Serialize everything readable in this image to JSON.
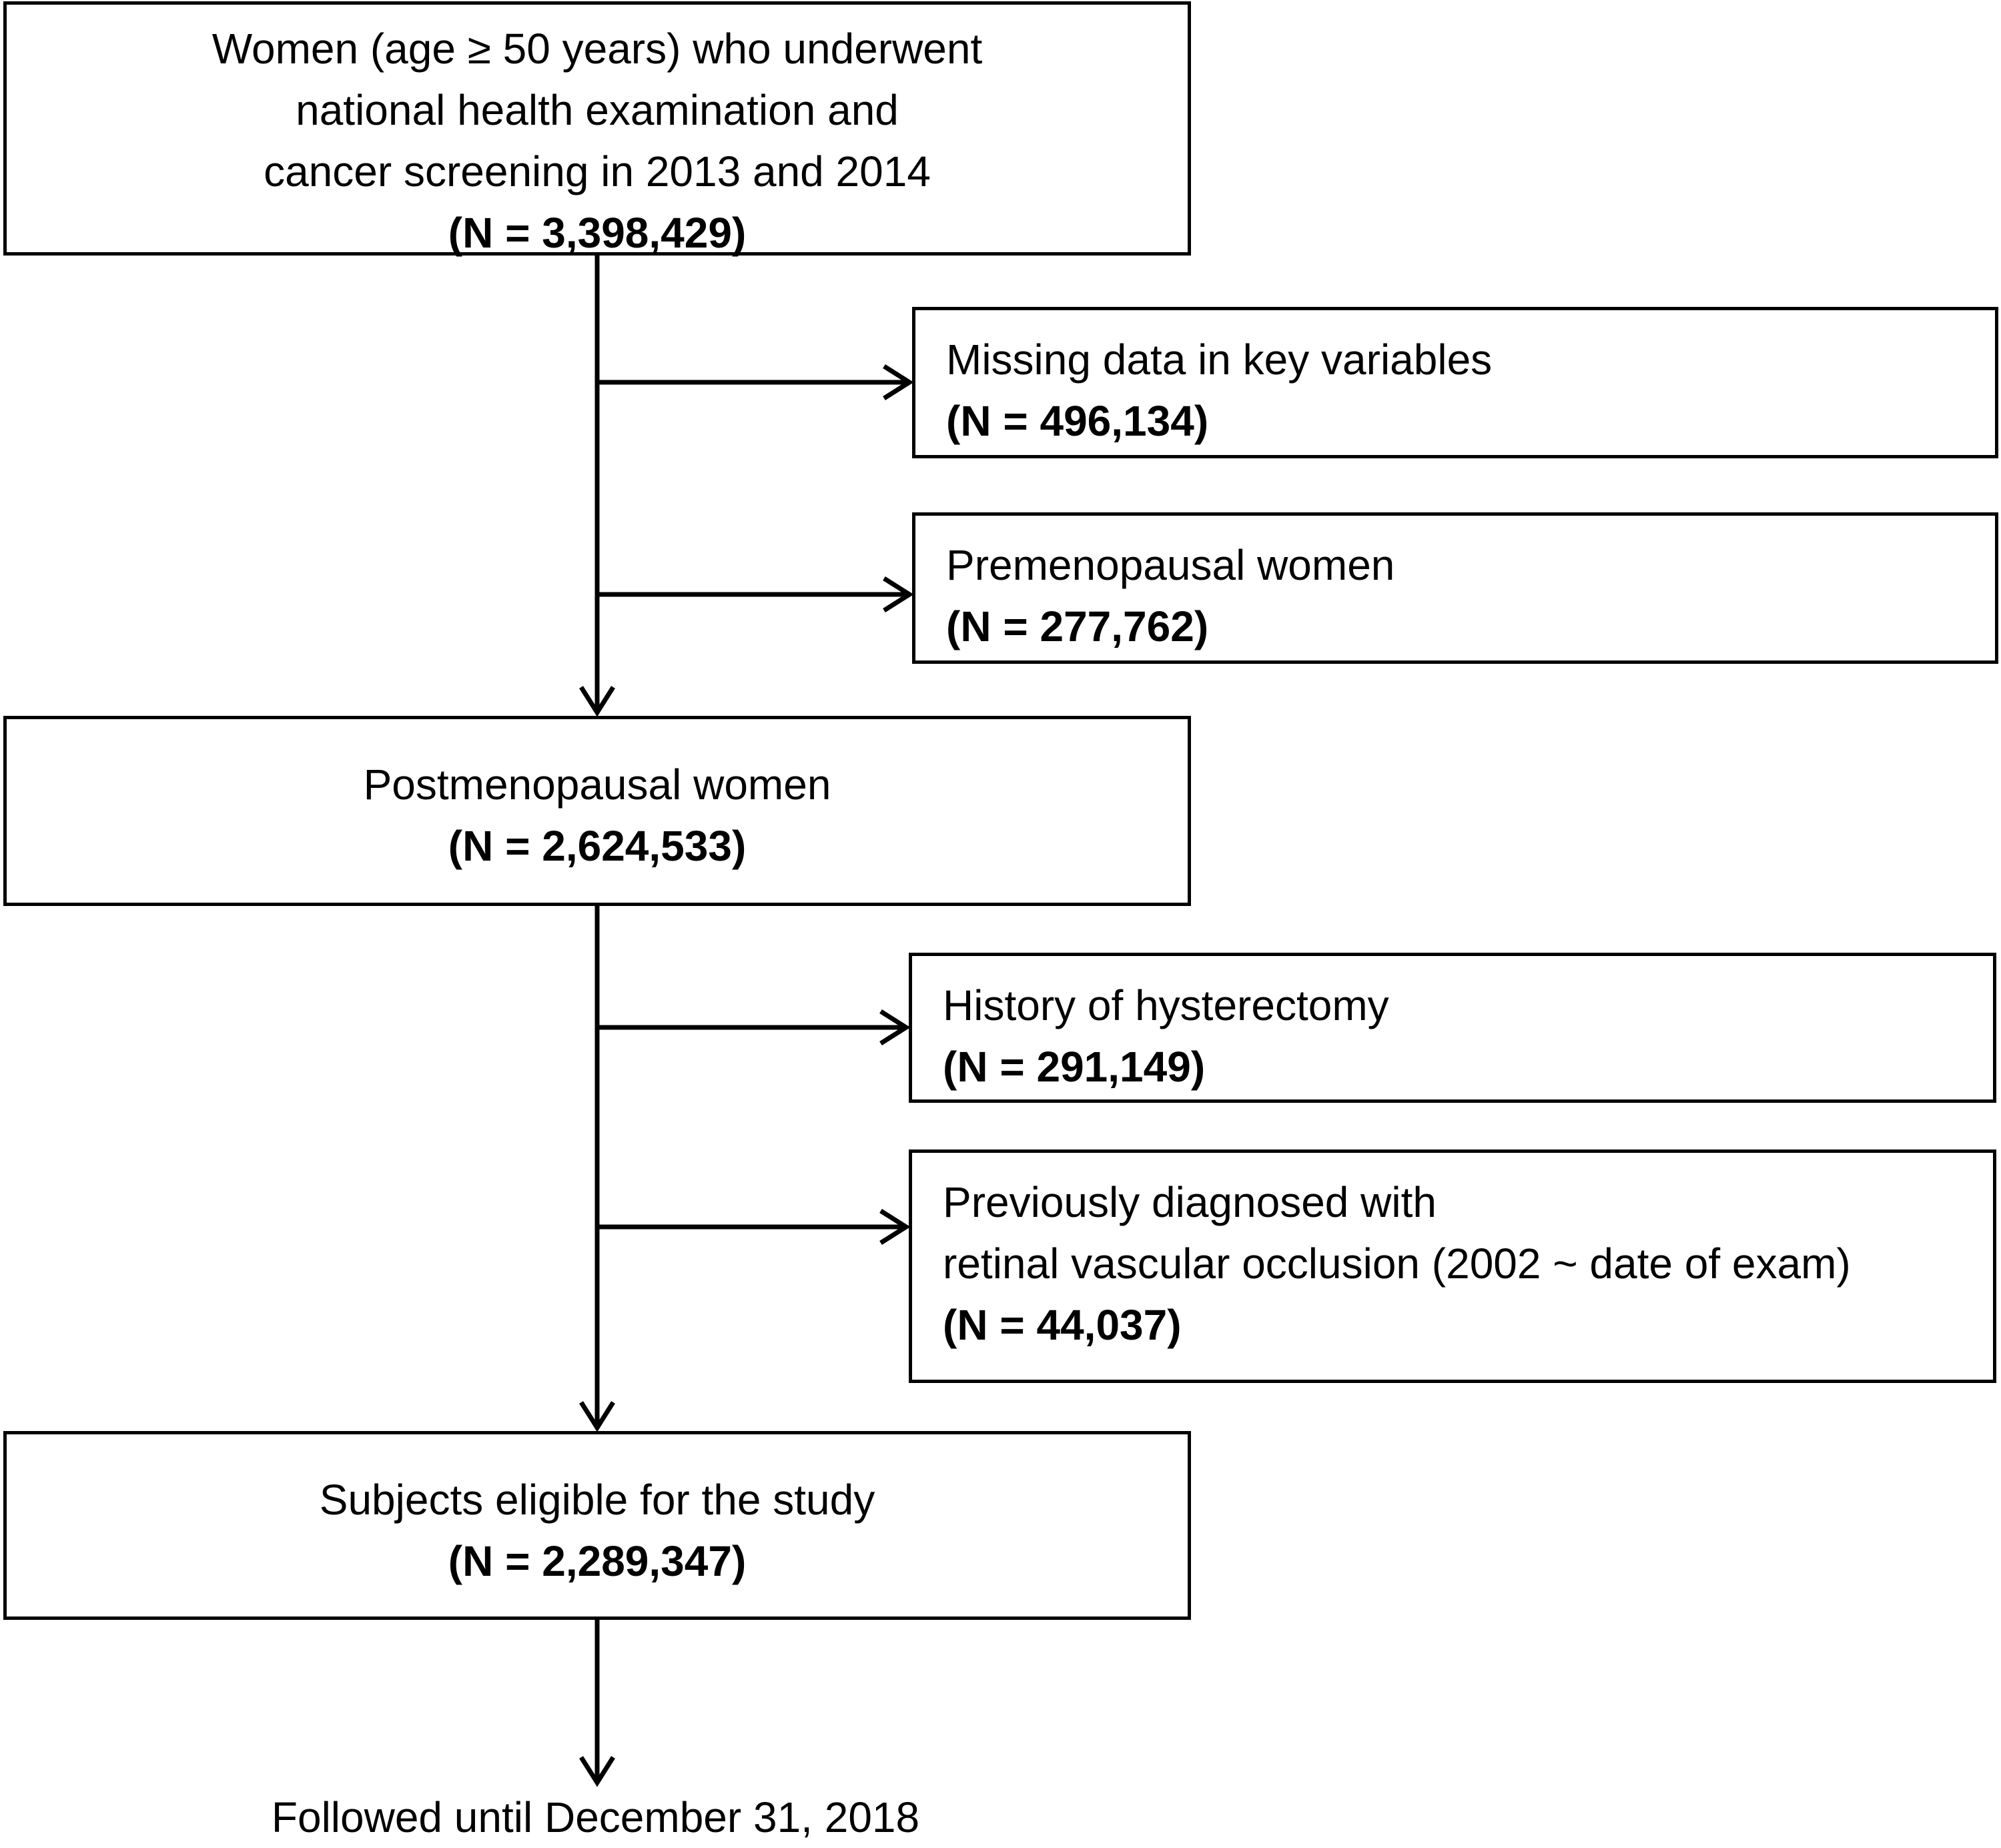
{
  "boxes": {
    "start": {
      "lines": [
        "Women (age ≥ 50 years) who underwent",
        "national health examination and",
        "cancer screening in 2013 and 2014"
      ],
      "count": "(N = 3,398,429)"
    },
    "missing": {
      "text": "Missing data in key variables",
      "count": "(N = 496,134)"
    },
    "premenopausal": {
      "text": "Premenopausal women",
      "count": "(N = 277,762)"
    },
    "postmenopausal": {
      "text": "Postmenopausal women",
      "count": "(N = 2,624,533)"
    },
    "hysterectomy": {
      "text": "History of hysterectomy",
      "count": "(N = 291,149)"
    },
    "previous_rvo": {
      "lines": [
        "Previously diagnosed with",
        "retinal vascular occlusion (2002 ~ date of exam)"
      ],
      "count": "(N = 44,037)"
    },
    "eligible": {
      "text": "Subjects eligible for the study",
      "count": "(N = 2,289,347)"
    }
  },
  "followup": "Followed until December 31, 2018"
}
